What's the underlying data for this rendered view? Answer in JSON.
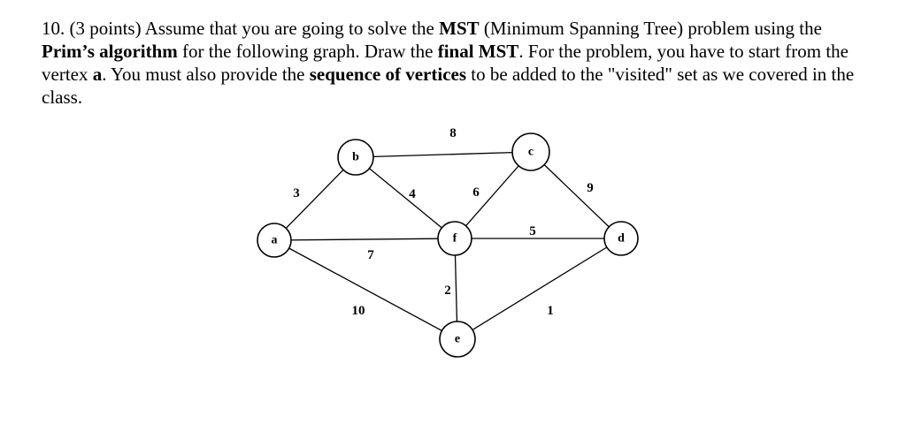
{
  "question": {
    "p1": "10. (3 points) Assume that you are going to solve the ",
    "b1": "MST",
    "p2": " (Minimum Spanning Tree) problem using the ",
    "b2": "Prim’s algorithm",
    "p3": " for the following graph. Draw the ",
    "b3": "final MST",
    "p4": ". For the problem, you have to start from the vertex ",
    "b4": "a",
    "p5": ". You must also provide the ",
    "b5": "sequence of vertices",
    "p6": " to be added to the \"visited\" set as we covered in the class."
  },
  "graph": {
    "nodes": [
      {
        "id": "a",
        "label": "a"
      },
      {
        "id": "b",
        "label": "b"
      },
      {
        "id": "c",
        "label": "c"
      },
      {
        "id": "d",
        "label": "d"
      },
      {
        "id": "e",
        "label": "e"
      },
      {
        "id": "f",
        "label": "f"
      }
    ],
    "edges": [
      {
        "from": "a",
        "to": "b",
        "weight": "3"
      },
      {
        "from": "b",
        "to": "c",
        "weight": "8"
      },
      {
        "from": "b",
        "to": "f",
        "weight": "4"
      },
      {
        "from": "a",
        "to": "f",
        "weight": "7"
      },
      {
        "from": "a",
        "to": "e",
        "weight": "10"
      },
      {
        "from": "c",
        "to": "f",
        "weight": "6"
      },
      {
        "from": "c",
        "to": "d",
        "weight": "9"
      },
      {
        "from": "f",
        "to": "d",
        "weight": "5"
      },
      {
        "from": "f",
        "to": "e",
        "weight": "2"
      },
      {
        "from": "e",
        "to": "d",
        "weight": "1"
      }
    ]
  }
}
